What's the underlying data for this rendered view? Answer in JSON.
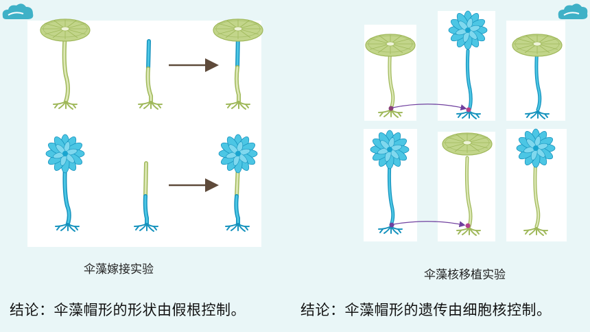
{
  "colors": {
    "background": "#e9f6f7",
    "stalk_green": "#c9d98f",
    "stalk_green_dark": "#9fb85a",
    "cap_green": "#c2d58a",
    "blue": "#2bb7da",
    "blue_dark": "#1592bd",
    "arrow_brown": "#5e4a3a",
    "arrow_purple": "#6f3f9e",
    "cloud": "#3fb1c7"
  },
  "icons": {
    "top_left": "cloud-icon",
    "top_right": "cloud-icon"
  },
  "grafting": {
    "caption": "伞藻嫁接实验"
  },
  "nuclear_transplant": {
    "caption": "伞藻核移植实验"
  },
  "conclusions": {
    "left": "结论：伞藻帽形的形状由假根控制。",
    "right": "结论：伞藻帽形的遗传由细胞核控制。"
  }
}
